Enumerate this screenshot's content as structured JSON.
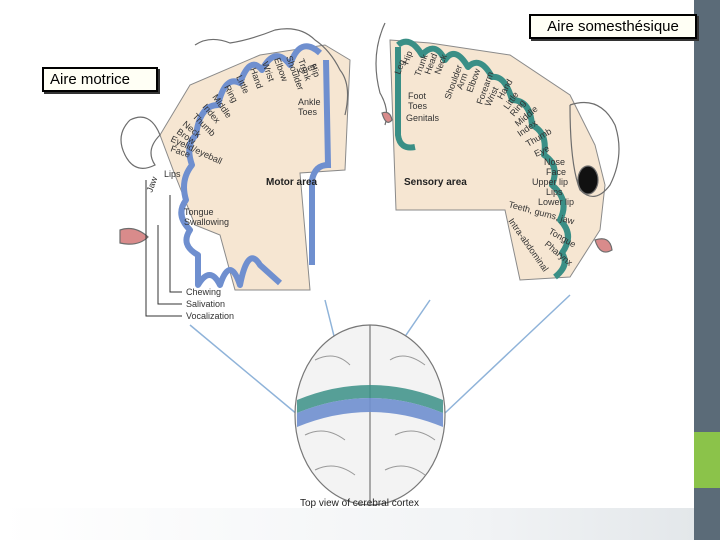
{
  "callouts": {
    "motor": "Aire motrice",
    "sensory": "Aire somesthésique"
  },
  "diagram": {
    "motor_title": "Motor area",
    "sensory_title": "Sensory area",
    "caption": "Top view of cerebral cortex",
    "motor_labels": [
      "Hip",
      "Trunk",
      "Shoulder",
      "Elbow",
      "Wrist",
      "Hand",
      "Little",
      "Ring",
      "Middle",
      "Index",
      "Thumb",
      "Neck",
      "Brow",
      "Eyelid/eyeball",
      "Face",
      "Lips",
      "Jaw",
      "Tongue",
      "Swallowing",
      "Knee",
      "Ankle",
      "Toes"
    ],
    "motor_functions": [
      "Chewing",
      "Salivation",
      "Vocalization"
    ],
    "sensory_labels": [
      "Hip",
      "Leg",
      "Trunk",
      "Head",
      "Neck",
      "Shoulder",
      "Arm",
      "Elbow",
      "Forearm",
      "Wrist",
      "Hand",
      "Little",
      "Ring",
      "Middle",
      "Index",
      "Thumb",
      "Eye",
      "Nose",
      "Face",
      "Upper lip",
      "Lips",
      "Lower lip",
      "Teeth, gums, jaw",
      "Tongue",
      "Pharynx",
      "Intra-abdominal",
      "Foot",
      "Toes",
      "Genitals"
    ],
    "colors": {
      "motor": "#6f8fcf",
      "sensory": "#3a8f86",
      "tissue": "#f6e6d2",
      "outline": "#8a8a8a"
    }
  }
}
